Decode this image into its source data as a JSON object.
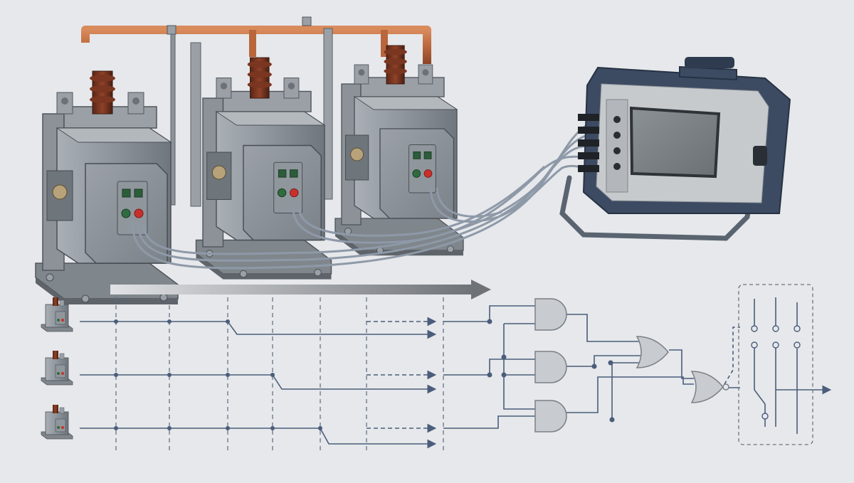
{
  "scene": {
    "breakers": [
      {
        "id": "breaker-1"
      },
      {
        "id": "breaker-2"
      },
      {
        "id": "breaker-3"
      }
    ],
    "timing_channels": [
      {
        "id": "channel-1"
      },
      {
        "id": "channel-2"
      },
      {
        "id": "channel-3"
      }
    ],
    "logic_gates": [
      "and-gate",
      "and-gate",
      "and-gate",
      "or-gate",
      "or-gate"
    ],
    "icons": {
      "analyzer": "timing-analyzer-icon",
      "breaker": "circuit-breaker-icon",
      "arrow": "time-arrow-icon"
    },
    "colors": {
      "background": "#e6e8eb",
      "signal": "#4a5d7a",
      "copper": "#b9663c",
      "breaker_body": "#8e959c",
      "analyzer_frame": "#3c4b62",
      "screen": "#7d8387",
      "gate_fill": "#c8cbcf"
    }
  }
}
